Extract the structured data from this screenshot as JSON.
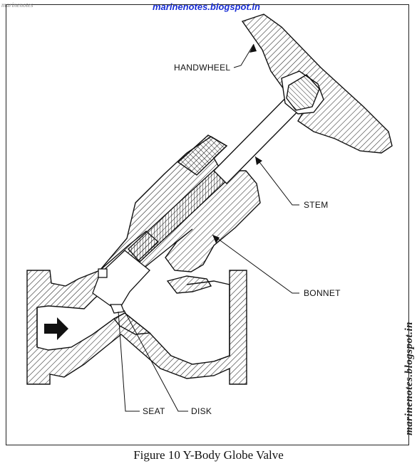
{
  "watermarks": {
    "top_left": "marinenotes",
    "top": "marinenotes.blogspot.in",
    "side": "marinenotes.blogspot.in"
  },
  "labels": {
    "handwheel": "HANDWHEEL",
    "stem": "STEM",
    "bonnet": "BONNET",
    "seat": "SEAT",
    "disk": "DISK"
  },
  "caption": "Figure 10  Y-Body Globe Valve",
  "colors": {
    "watermark_blue": "#1a2fd6",
    "line": "#111111"
  }
}
